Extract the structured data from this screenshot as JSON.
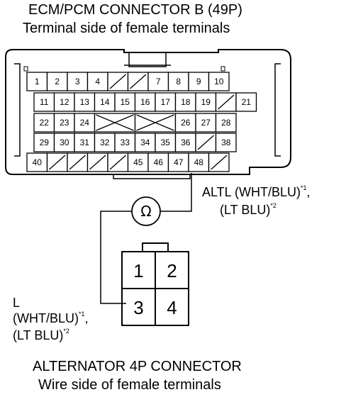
{
  "ecm": {
    "title": "ECM/PCM CONNECTOR B (49P)",
    "subtitle": "Terminal side of female terminals",
    "rows": [
      [
        "1",
        "2",
        "3",
        "4",
        "/",
        "/",
        "7",
        "8",
        "9",
        "10"
      ],
      [
        "11",
        "12",
        "13",
        "14",
        "15",
        "16",
        "17",
        "18",
        "19",
        "/",
        "21"
      ],
      [
        "22",
        "23",
        "24",
        "X",
        "X",
        "26",
        "27",
        "28"
      ],
      [
        "29",
        "30",
        "31",
        "32",
        "33",
        "34",
        "35",
        "36",
        "/",
        "38"
      ],
      [
        "40",
        "/",
        "/",
        "/",
        "/",
        "45",
        "46",
        "47",
        "48",
        "/"
      ]
    ]
  },
  "altl_label": {
    "line1": "ALTL (WHT/BLU)",
    "line1_note": "*1",
    "line1_tail": ",",
    "line2": "(LT BLU)",
    "line2_note": "*2"
  },
  "meter": {
    "symbol": "Ω"
  },
  "l_label": {
    "line1": "L",
    "line2": "(WHT/BLU)",
    "line2_note": "*1",
    "line2_tail": ",",
    "line3": "(LT BLU)",
    "line3_note": "*2"
  },
  "alternator": {
    "title": "ALTERNATOR 4P CONNECTOR",
    "subtitle": "Wire side of female terminals",
    "pins": [
      "1",
      "2",
      "3",
      "4"
    ]
  }
}
